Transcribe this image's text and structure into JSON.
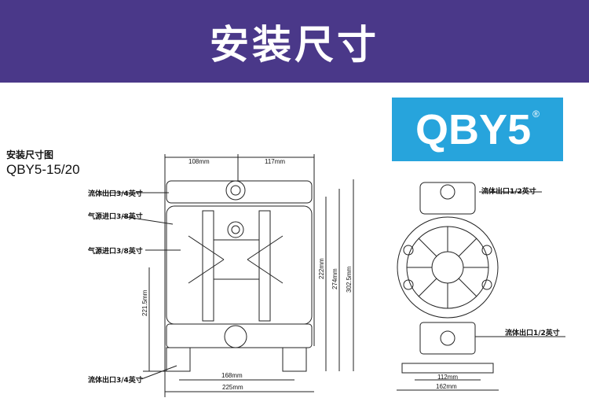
{
  "header": {
    "title": "安装尺寸",
    "bg": "#4a3889"
  },
  "badge": {
    "text": "QBY5",
    "mark": "®",
    "bg": "#27a4dc"
  },
  "drawing": {
    "title": "安装尺寸图",
    "model": "QBY5-15/20"
  },
  "front": {
    "labels": [
      "流体出口3/4英寸",
      "气源进口3/8英寸",
      "气源进口3/8英寸",
      "流体出口3/4英寸"
    ],
    "dims": {
      "top_left": "108mm",
      "top_right": "117mm",
      "h1": "221.5mm",
      "h2": "222mm",
      "h3": "274mm",
      "h4": "302.5mm",
      "b1": "168mm",
      "b2": "225mm"
    }
  },
  "side": {
    "labels": [
      "流体出口1/2英寸",
      "流体出口1/2英寸"
    ],
    "dims": {
      "b1": "112mm",
      "b2": "162mm"
    }
  }
}
